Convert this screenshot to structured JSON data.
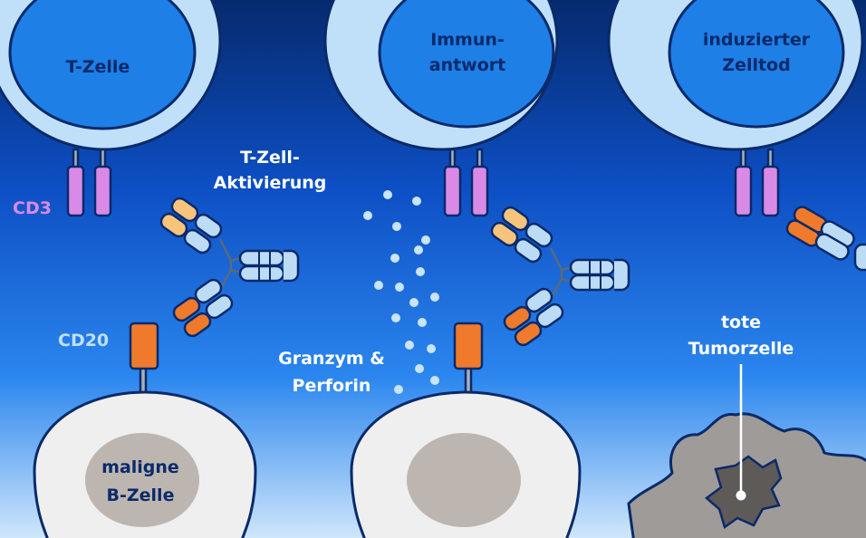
{
  "cells": {
    "tcell_1": {
      "label": "T-Zelle"
    },
    "tcell_2": {
      "line1": "Immun-",
      "line2": "antwort"
    },
    "tcell_3": {
      "line1": "induzierter",
      "line2": "Zelltod"
    },
    "bcell_1": {
      "line1": "maligne",
      "line2": "B-Zelle"
    }
  },
  "labels": {
    "cd3": "CD3",
    "cd20": "CD20",
    "activation_line1": "T-Zell-",
    "activation_line2": "Aktivierung",
    "granzyme_line1": "Granzym &",
    "granzyme_line2": "Perforin",
    "dead_line1": "tote",
    "dead_line2": "Tumorzelle"
  },
  "colors": {
    "background_top": "#062a6e",
    "background_bottom": "#cfe6fb",
    "tcell_membrane": "#bfe0f8",
    "tcell_nucleus": "#1e7fe6",
    "receptor_cd3": "#d98ae6",
    "receptor_cd20": "#f07a2c",
    "antibody_light": "#bcdcf6",
    "antibody_orange": "#f07a2c",
    "antibody_yellow": "#f8c47c",
    "bcell_body": "#efefef",
    "bcell_nucleus": "#bdb6b0",
    "dead_cell": "#9f9b98",
    "dead_nucleus": "#5d5a58",
    "granzyme_dot": "#c8e4f8",
    "label_dark": "#0a2a6a",
    "label_white": "#ffffff",
    "label_pink": "#d98ae6",
    "label_lightblue": "#bfe0f8"
  }
}
